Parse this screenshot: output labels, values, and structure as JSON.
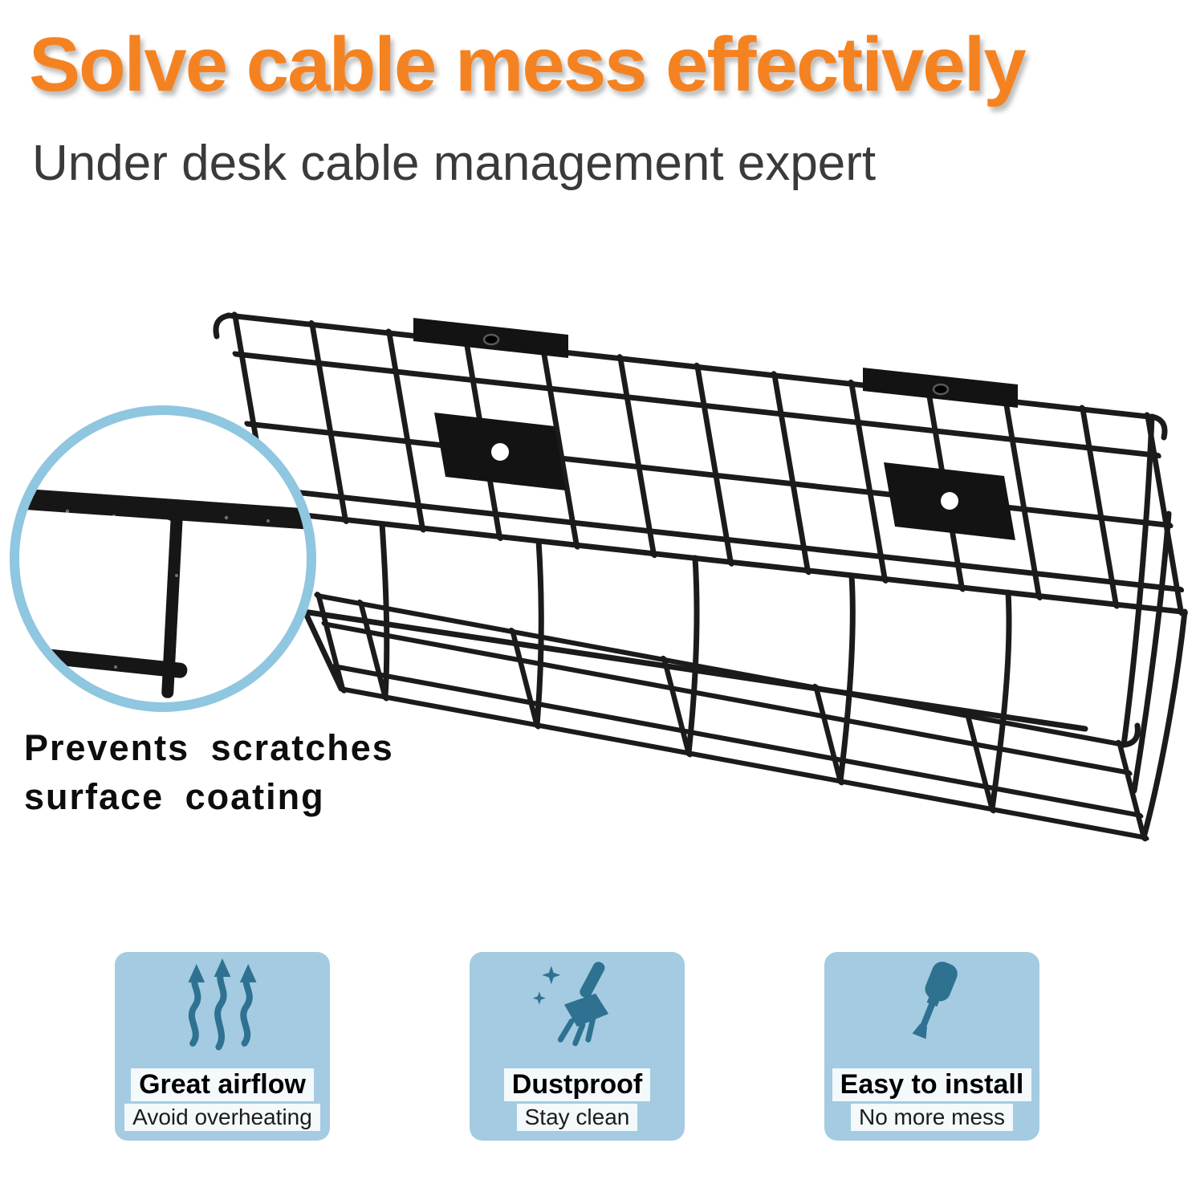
{
  "header": {
    "title": "Solve cable mess effectively",
    "subtitle": "Under desk cable management expert"
  },
  "callout": {
    "caption_line1": "Prevents scratches",
    "caption_line2": "surface coating"
  },
  "features": [
    {
      "icon": "airflow-arrows-icon",
      "title": "Great airflow",
      "subtitle": "Avoid overheating"
    },
    {
      "icon": "broom-icon",
      "title": "Dustproof",
      "subtitle": "Stay clean"
    },
    {
      "icon": "screwdriver-icon",
      "title": "Easy to install",
      "subtitle": "No more mess"
    }
  ],
  "colors": {
    "title_orange": "#F58220",
    "subtitle_gray": "#3A3A3A",
    "feature_box_blue": "#A4CBE1",
    "icon_blue": "#2E7190",
    "callout_ring_blue": "#8FC6E0",
    "wire_black": "#1B1B1B"
  }
}
